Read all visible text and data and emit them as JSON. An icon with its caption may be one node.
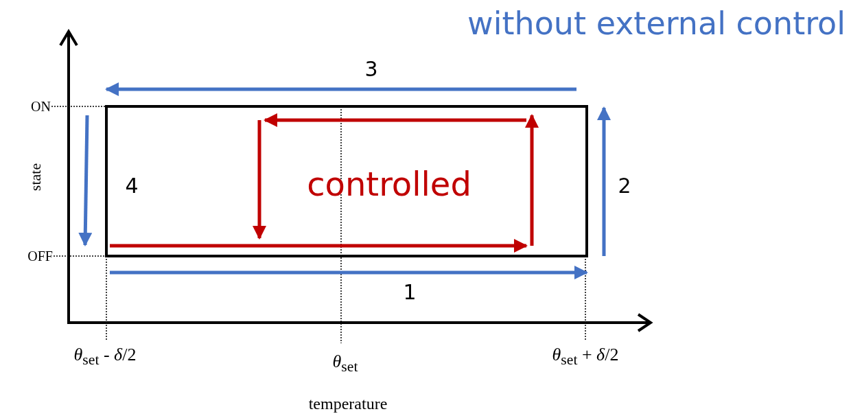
{
  "diagram": {
    "labels": [
      "without external control",
      "3",
      "ON",
      "state",
      "4",
      "controlled",
      "2",
      "OFF",
      "1",
      "*θ*$_{set}$ - *δ*/2",
      "*θ*$_{set}$",
      "*θ*$_{set}$ + *δ*/2",
      "temperature"
    ]
  }
}
